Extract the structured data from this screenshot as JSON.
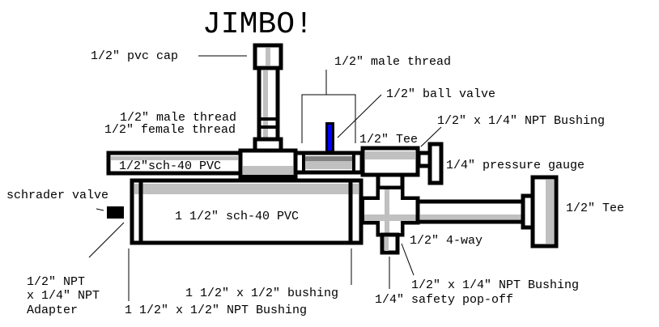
{
  "title": "JIMBO!",
  "labels": {
    "pvc_cap": "1/2\" pvc cap",
    "male_thread_top": "1/2\" male thread",
    "ball_valve": "1/2\" ball valve",
    "male_thread": "1/2\" male thread",
    "female_thread": "1/2\" female thread",
    "npt_bushing_top": "1/2\" x 1/4\" NPT Bushing",
    "tee_top": "1/2\" Tee",
    "small_pipe": "1/2\"sch-40 PVC",
    "pressure_gauge": "1/4\" pressure gauge",
    "schrader_valve": "schrader valve",
    "big_pipe": "1 1/2\" sch-40 PVC",
    "tee_right": "1/2\" Tee",
    "four_way": "1/2\" 4-way",
    "adapter_1": "1/2\" NPT",
    "adapter_2": "x 1/4\" NPT",
    "adapter_3": "Adapter",
    "bushing_right": "1 1/2\" x 1/2\" bushing",
    "npt_bushing_bottom": "1/2\" x 1/4\" NPT Bushing",
    "npt_bushing_left": "1 1/2\" x 1/2\" NPT Bushing",
    "safety_popoff": "1/4\" safety pop-off"
  },
  "colors": {
    "valve_handle": "#0000ff",
    "shade": "#c0c0c0"
  }
}
